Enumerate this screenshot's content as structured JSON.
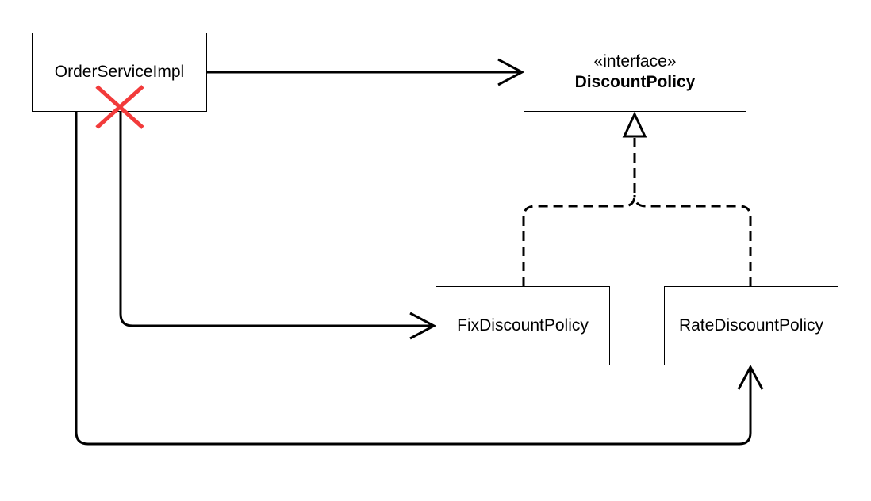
{
  "classes": {
    "order_service_impl": "OrderServiceImpl",
    "discount_policy": {
      "stereotype": "«interface»",
      "name": "DiscountPolicy"
    },
    "fix_discount_policy": "FixDiscountPolicy",
    "rate_discount_policy": "RateDiscountPolicy"
  },
  "colors": {
    "line": "#000000",
    "cross": "#f23b3b",
    "background": "#ffffff"
  }
}
